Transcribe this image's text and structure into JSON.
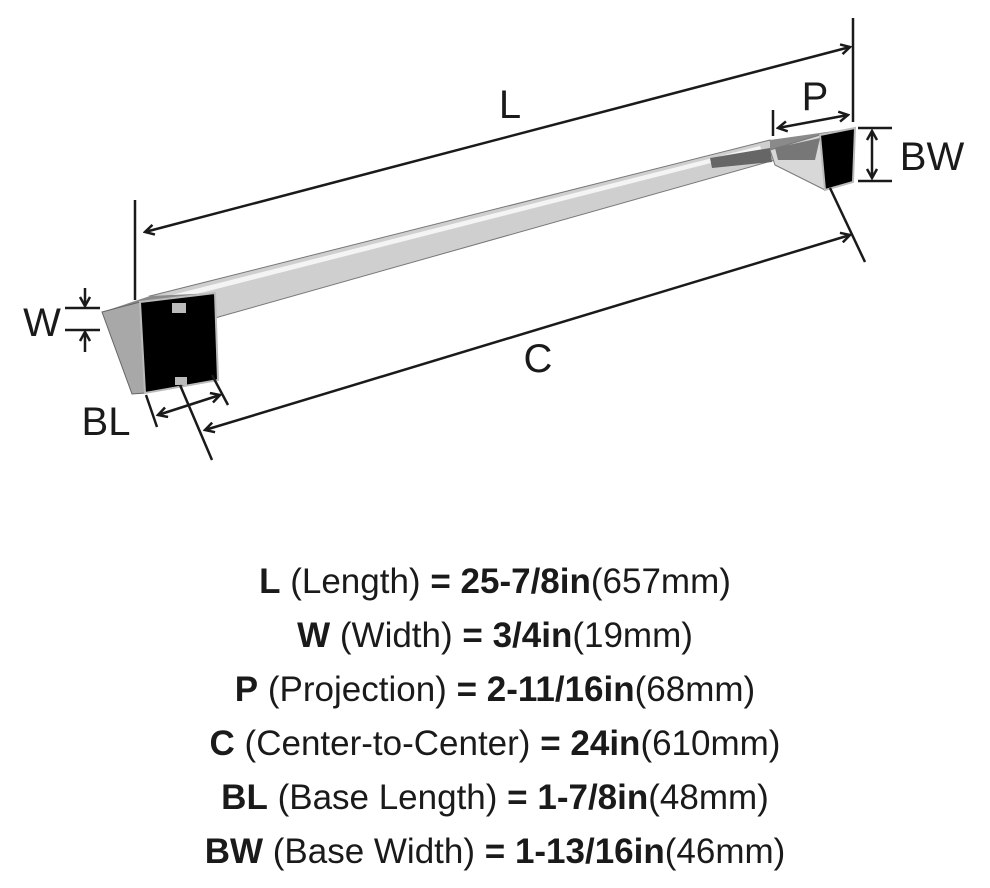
{
  "labels": {
    "L": "L",
    "P": "P",
    "BW": "BW",
    "W": "W",
    "C": "C",
    "BL": "BL"
  },
  "specs": [
    {
      "code": "L",
      "name": "(Length)",
      "eq": "=",
      "imperial": "25-7/8in",
      "metric": "(657mm)"
    },
    {
      "code": "W",
      "name": "(Width)",
      "eq": "=",
      "imperial": "3/4in",
      "metric": "(19mm)"
    },
    {
      "code": "P",
      "name": "(Projection)",
      "eq": "=",
      "imperial": "2-11/16in",
      "metric": "(68mm)"
    },
    {
      "code": "C",
      "name": "(Center-to-Center)",
      "eq": "=",
      "imperial": "24in",
      "metric": "(610mm)"
    },
    {
      "code": "BL",
      "name": "(Base Length)",
      "eq": "=",
      "imperial": "1-7/8in",
      "metric": "(48mm)"
    },
    {
      "code": "BW",
      "name": "(Base Width)",
      "eq": "=",
      "imperial": "1-13/16in",
      "metric": "(46mm)"
    }
  ]
}
